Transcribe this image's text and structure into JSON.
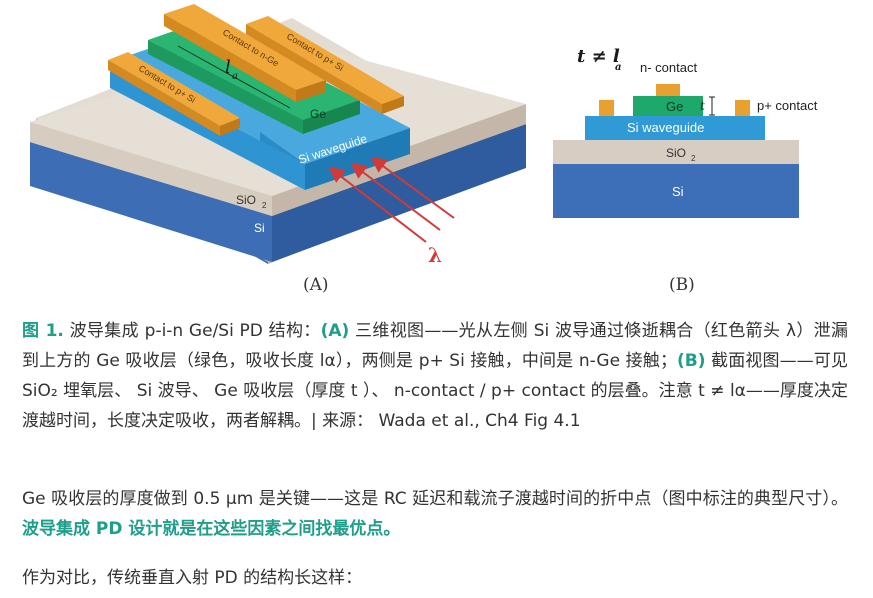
{
  "figure": {
    "panel_a": {
      "label": "(A)",
      "contact_left": "Contact to p+ Si",
      "contact_middle": "Contact to n-Ge",
      "contact_right": "Contact to p+ Si",
      "length_label": "l",
      "length_subscript": "a",
      "ge_label": "Ge",
      "waveguide_label": "Si waveguide",
      "sio2_label": "SiO",
      "sio2_subscript": "2",
      "si_label": "Si",
      "lambda_label": "λ"
    },
    "panel_b": {
      "label": "(B)",
      "t_neq": "t ≠ l",
      "t_neq_subscript": "a",
      "n_contact": "n- contact",
      "p_contact": "p+ contact",
      "ge_label": "Ge",
      "t_label": "t",
      "waveguide_label": "Si waveguide",
      "sio2_label": "SiO",
      "sio2_subscript": "2",
      "si_label": "Si"
    },
    "colors": {
      "si": "#3c6fb8",
      "sio2": "#d8cdc2",
      "waveguide": "#2f9ad6",
      "ge": "#1fa86b",
      "contact": "#e8a030",
      "arrow": "#d23a3a",
      "accent_text": "#1f9e8a"
    }
  },
  "caption": {
    "fig_label": "图 1.",
    "text1": " 波导集成 p-i-n Ge/Si PD 结构：",
    "a_label": "(A)",
    "text2": " 三维视图——光从左侧 Si 波导通过倏逝耦合（红色箭头 λ）泄漏到上方的 Ge 吸收层（绿色，吸收长度 lα），两侧是 p+ Si 接触，中间是 n-Ge 接触；",
    "b_label": "(B)",
    "text3": " 截面视图——可见 SiO₂ 埋氧层、 Si 波导、 Ge 吸收层（厚度 t ）、 n-contact / p+ contact 的层叠。注意 t ≠ lα——厚度决定渡越时间，长度决定吸收，两者解耦。| 来源： Wada et al., Ch4 Fig 4.1"
  },
  "para2": {
    "text": "Ge 吸收层的厚度做到 0.5 μm 是关键——这是 RC 延迟和载流子渡越时间的折中点（图中标注的典型尺寸）。",
    "highlight": "波导集成 PD 设计就是在这些因素之间找最优点。"
  },
  "para3": {
    "text": "作为对比，传统垂直入射 PD 的结构长这样："
  }
}
